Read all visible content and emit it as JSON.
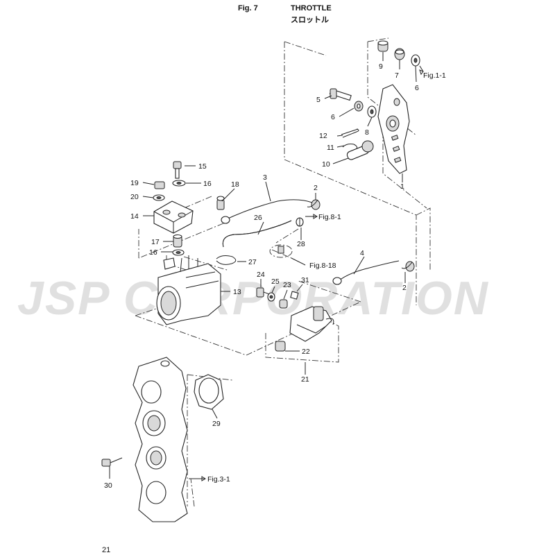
{
  "header": {
    "fig_number": "Fig. 7",
    "title_en": "THROTTLE",
    "title_jp": "スロットル"
  },
  "page_number": "21",
  "watermark": "JSP CORPORATION",
  "callouts": {
    "p1": "1",
    "p2a": "2",
    "p2b": "2",
    "p3": "3",
    "p4": "4",
    "p5": "5",
    "p6a": "6",
    "p6b": "6",
    "p7": "7",
    "p8": "8",
    "p9": "9",
    "p10": "10",
    "p11": "11",
    "p12": "12",
    "p13": "13",
    "p14": "14",
    "p15": "15",
    "p16a": "16",
    "p16b": "16",
    "p17": "17",
    "p18": "18",
    "p19": "19",
    "p20": "20",
    "p21": "21",
    "p22": "22",
    "p23": "23",
    "p24": "24",
    "p25": "25",
    "p26": "26",
    "p27": "27",
    "p28": "28",
    "p29": "29",
    "p30": "30",
    "p31": "31"
  },
  "references": {
    "fig_1_1": "Fig.1-1",
    "fig_8_1": "Fig.8-1",
    "fig_8_18": "Fig.8-18",
    "fig_3_1": "Fig.3-1"
  }
}
